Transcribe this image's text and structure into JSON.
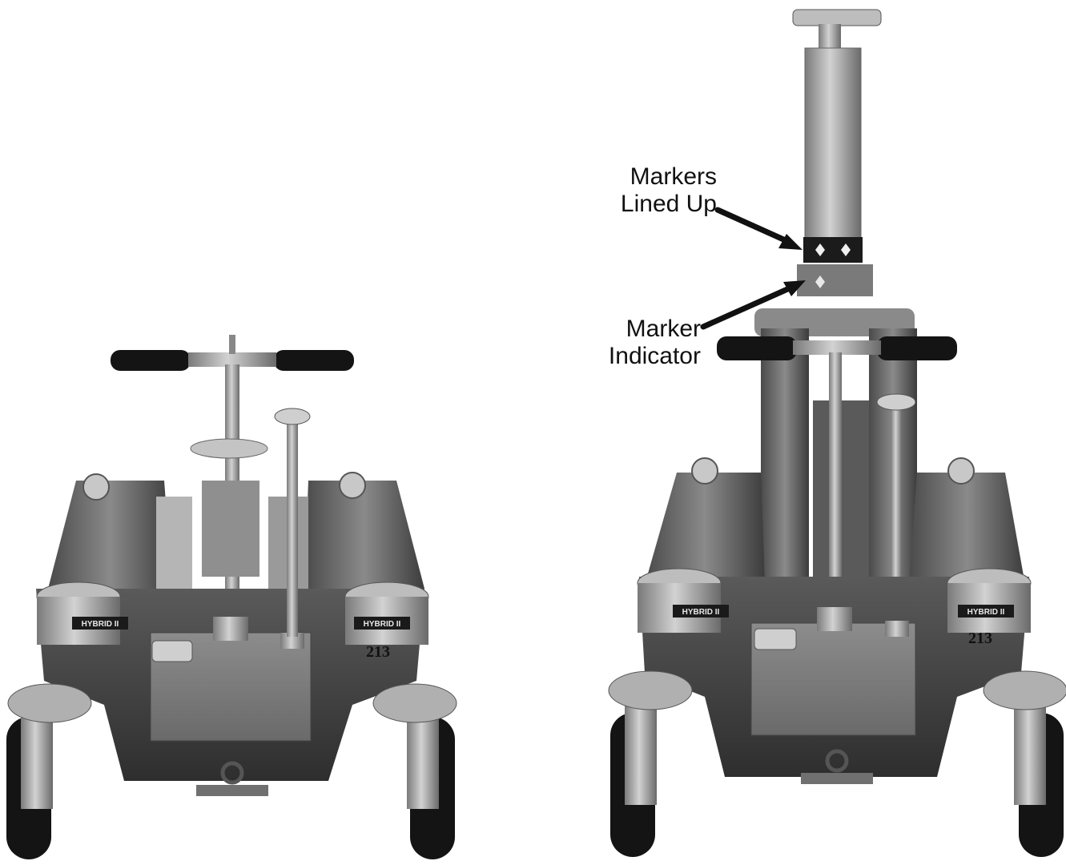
{
  "callouts": {
    "markers_lined_up": {
      "line1": "Markers",
      "line2": "Lined Up"
    },
    "marker_indicator": {
      "line1": "Marker",
      "line2": "Indicator"
    }
  },
  "dolly_left": {
    "plate_left": "HYBRID II",
    "plate_right": "HYBRID II",
    "number": "213"
  },
  "dolly_right": {
    "plate_left": "HYBRID II",
    "plate_right": "HYBRID II",
    "number": "213"
  },
  "colors": {
    "background": "#ffffff",
    "body_dark": "#3a3a3a",
    "body_mid": "#6e6e6e",
    "steel": "#a9a9a9",
    "steel_light": "#d0d0d0",
    "rubber": "#141414"
  },
  "icons": [
    "wheel-icon",
    "arrow-icon"
  ]
}
